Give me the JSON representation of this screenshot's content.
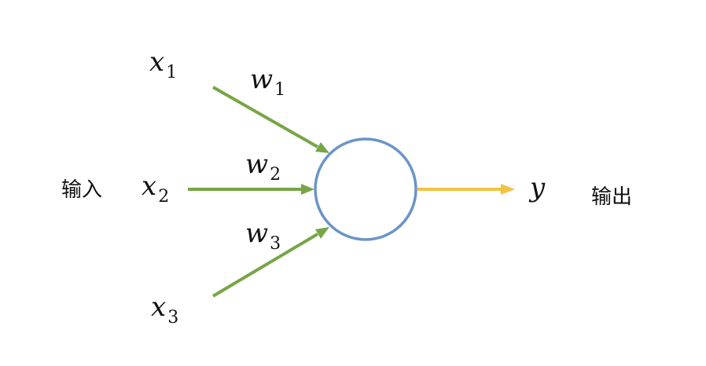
{
  "inputs": [
    {
      "symbol": "x",
      "subscript": "1"
    },
    {
      "symbol": "x",
      "subscript": "2"
    },
    {
      "symbol": "x",
      "subscript": "3"
    }
  ],
  "weights": [
    {
      "symbol": "w",
      "subscript": "1"
    },
    {
      "symbol": "w",
      "subscript": "2"
    },
    {
      "symbol": "w",
      "subscript": "3"
    }
  ],
  "output": {
    "symbol": "y"
  },
  "labels": {
    "input": "输入",
    "output": "输出"
  },
  "colors": {
    "input_arrow": "#77a547",
    "output_arrow": "#f2c342",
    "neuron_stroke": "#6a95c8",
    "neuron_fill": "#ffffff"
  }
}
